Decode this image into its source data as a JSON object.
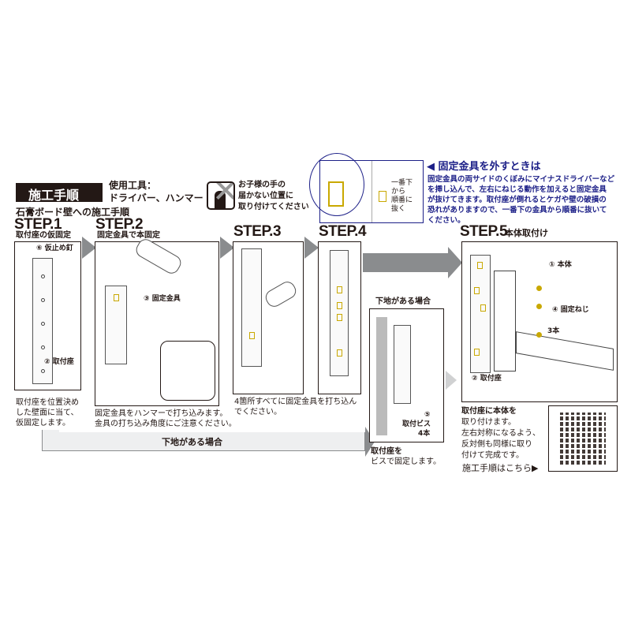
{
  "header": {
    "title": "施工手順",
    "tools_label": "使用工具：",
    "tools": "ドライバー、ハンマー",
    "child_warning": [
      "お子様の手の",
      "届かない位置に",
      "取り付けてください"
    ],
    "subtitle": "石膏ボード壁への施工手順"
  },
  "steps": [
    {
      "label": "STEP.1",
      "title": "取付座の仮固定",
      "callouts": [
        "⑥ 仮止め釘",
        "② 取付座"
      ],
      "desc": [
        "取付座を位置決め",
        "した壁面に当て、",
        "仮固定します。"
      ]
    },
    {
      "label": "STEP.2",
      "title": "固定金具で本固定",
      "callouts": [
        "③ 固定金具"
      ],
      "desc": [
        "固定金具をハンマーで打ち込みます。",
        "金具の打ち込み角度にご注意ください。"
      ]
    },
    {
      "label": "STEP.3",
      "desc": [
        "4箇所すべてに固定金具を打ち込ん",
        "でください。"
      ]
    },
    {
      "label": "STEP.4"
    },
    {
      "label": "STEP.5",
      "title": "本体取付け",
      "callouts": [
        "① 本体",
        "④ 固定ねじ",
        "3本",
        "② 取付座"
      ],
      "desc": [
        "取付座に本体を",
        "取り付けます。",
        "左右対称になるよう、",
        "反対側も同様に取り",
        "付けて完成です。"
      ]
    }
  ],
  "removal": {
    "zoom_note": [
      "一番下",
      "から",
      "順番に",
      "抜く"
    ],
    "title": "◀ 固定金具を外すときは",
    "body": [
      "固定金具の両サイドのくぼみにマイナスドライバーなど",
      "を挿し込んで、左右にねじる動作を加えると固定金具",
      "が抜けてきます。取付座が倒れるとケガや壁の破損の",
      "恐れがありますので、一番下の金具から順番に抜いて",
      "ください。"
    ]
  },
  "substrate": {
    "band_label": "下地がある場合",
    "title": "下地がある場合",
    "callouts": [
      "⑤",
      "取付ビス",
      "4本"
    ],
    "desc": [
      "取付座を",
      "ビスで固定します。"
    ]
  },
  "qr": {
    "label": "施工手順はこちら▶"
  },
  "colors": {
    "accent_blue": "#1d2088",
    "arrow_gray": "#8a8c8e",
    "clip_gold": "#c9a800"
  }
}
